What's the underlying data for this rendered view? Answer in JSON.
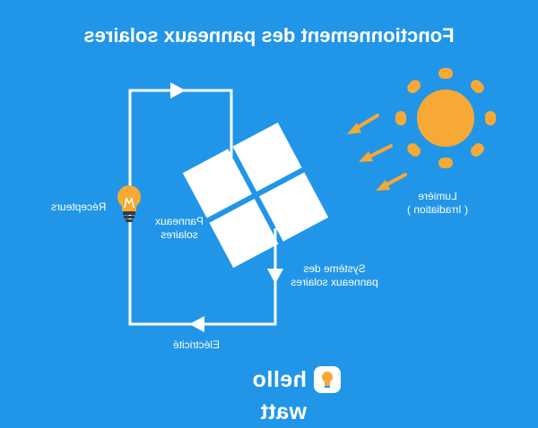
{
  "title": "Fonctionnement des panneaux solaires",
  "labels": {
    "receptors": "Récepteurs",
    "panels_line1": "Panneaux",
    "panels_line2": "solaires",
    "system_line1": "Système des",
    "system_line2": "panneaux solaires",
    "electricity": "Eléctricité",
    "light_line1": "Lumière",
    "light_line2": "( Irradiation )"
  },
  "brand": {
    "name": "hello watt"
  },
  "icons": [
    "sun-icon",
    "light-arrow-icon",
    "lightbulb-icon",
    "solar-panel-icon",
    "flow-arrow-icon",
    "brand-logo-icon"
  ],
  "colors": {
    "background": "#2196e8",
    "sun": "#f7a935",
    "bulb": "#f7a935",
    "white": "#ffffff",
    "bulb_base": "#3b3b3b"
  }
}
